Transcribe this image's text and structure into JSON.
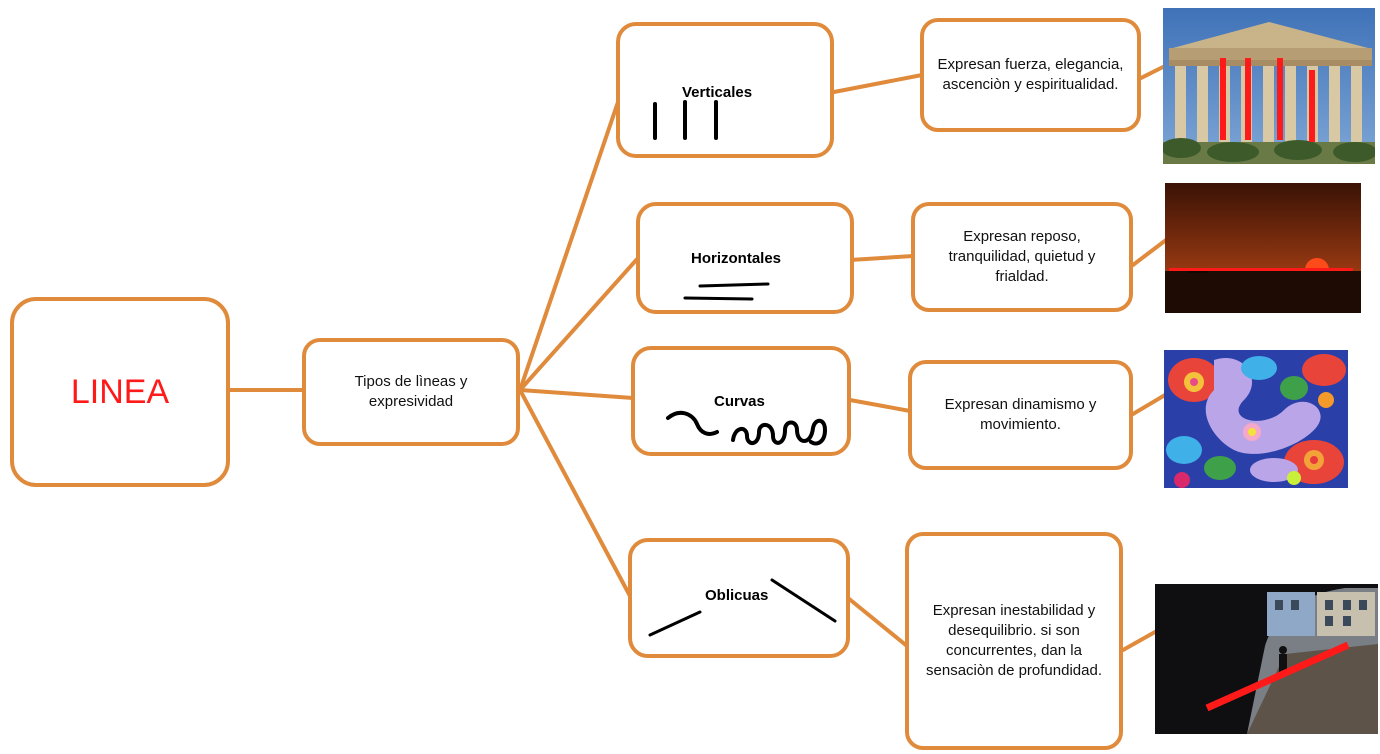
{
  "root": {
    "label": "LINEA"
  },
  "hub": {
    "label": "Tipos de lìneas y expresividad"
  },
  "types": [
    {
      "title": "Verticales",
      "description": "Expresan fuerza, elegancia, ascenciòn y espiritualidad.",
      "image": "greek-temple-photo"
    },
    {
      "title": "Horizontales",
      "description": "Expresan reposo, tranquilidad, quietud y frialdad.",
      "image": "sunset-horizon-photo"
    },
    {
      "title": "Curvas",
      "description": "Expresan dinamismo y movimiento.",
      "image": "colorful-abstract-photo"
    },
    {
      "title": "Oblicuas",
      "description": "Expresan inestabilidad y desequilibrio. si son concurrentes, dan la sensaciòn de profundidad.",
      "image": "archway-street-photo"
    }
  ],
  "colors": {
    "border": "#e08a3c",
    "root_text": "#ff1a1a",
    "highlight": "#ff1a1a"
  }
}
